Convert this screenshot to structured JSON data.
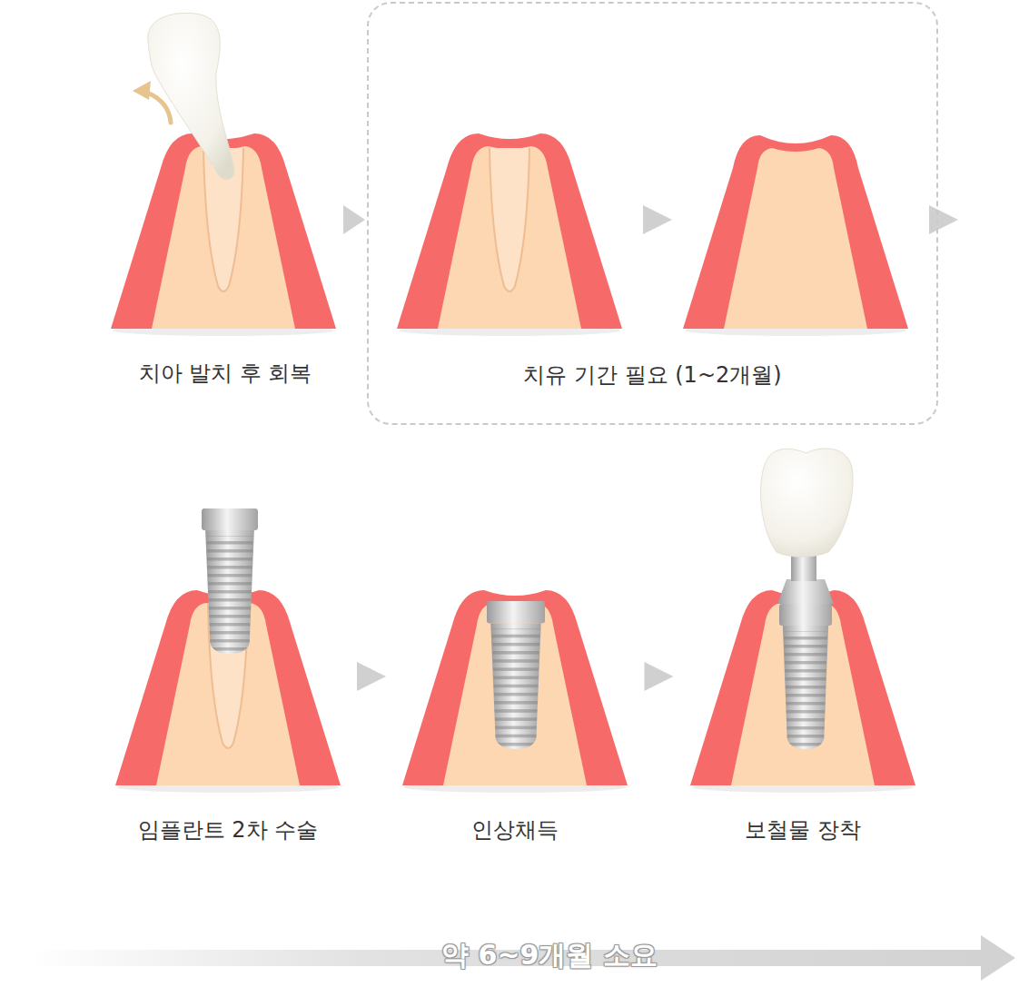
{
  "diagram": {
    "nodes": [
      {
        "text": [
          "치아 발치 후 회복"
        ]
      },
      {
        "text": [
          "치유 기간 필요 (1~2개월)"
        ]
      },
      {
        "text": [
          "임플란트 2차 수술"
        ]
      },
      {
        "text": [
          "인상채득"
        ]
      },
      {
        "text": [
          "보철물 장착"
        ]
      }
    ],
    "edges": [
      {
        "from": 0,
        "to": 1,
        "arrow": "to"
      },
      {
        "from": 2,
        "to": 3,
        "arrow": "to"
      },
      {
        "from": 3,
        "to": 4,
        "arrow": "to"
      }
    ],
    "labels": [
      "약 6~9개월 소요"
    ]
  }
}
